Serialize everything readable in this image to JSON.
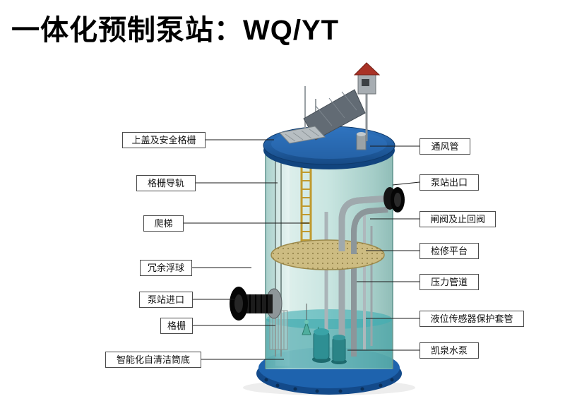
{
  "title": "一体化预制泵站：WQ/YT",
  "labels": {
    "left": [
      {
        "text": "上盖及安全格栅"
      },
      {
        "text": "格栅导轨"
      },
      {
        "text": "爬梯"
      },
      {
        "text": "冗余浮球"
      },
      {
        "text": "泵站进口"
      },
      {
        "text": "格栅"
      },
      {
        "text": "智能化自清洁筒底"
      }
    ],
    "right": [
      {
        "text": "通风管"
      },
      {
        "text": "泵站出口"
      },
      {
        "text": "闸阀及止回阀"
      },
      {
        "text": "检修平台"
      },
      {
        "text": "压力管道"
      },
      {
        "text": "液位传感器保护套管"
      },
      {
        "text": "凯泉水泵"
      }
    ]
  },
  "diagram": {
    "subject": "integrated-prefabricated-pump-station",
    "colors": {
      "lid_blue": "#1d5fa6",
      "base_blue": "#1e63ae",
      "tank_teal": "#c2e2dd",
      "water_teal": "#2f9aa0",
      "platform_tan": "#cdbc82",
      "ladder_yellow": "#c09a2e",
      "pipe_gray": "#9fa9ad",
      "black_pipe": "#0d0d0d",
      "roof_red": "#a93226",
      "label_border": "#4a4a4a"
    }
  }
}
